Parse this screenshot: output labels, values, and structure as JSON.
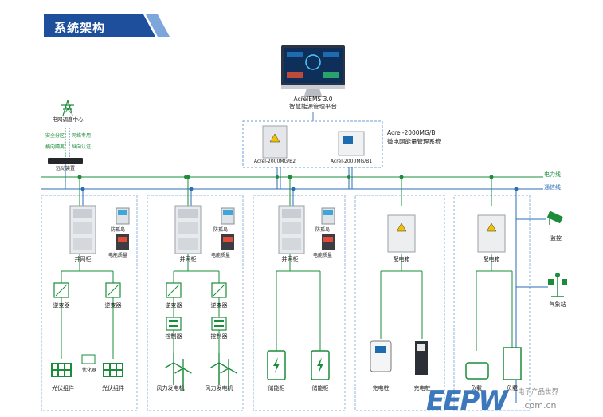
{
  "header": {
    "title": "系统架构"
  },
  "platform": {
    "name": "AcrelEMS  3.0",
    "subtitle": "智慧能源管理平台"
  },
  "dispatch": {
    "label": "电网调度中心",
    "remote_label": "远动装置",
    "tags": [
      "安全分区",
      "网络专用",
      "横向隔离",
      "纵向认证"
    ]
  },
  "mg": {
    "name": "Acrel-2000MG/B",
    "subtitle": "微电网能量管理系统",
    "cab_b2": "Acrel-2000MG/B2",
    "cab_b1": "Acrel-2000MG/B1"
  },
  "lines": {
    "power": "电力线",
    "comm": "通信线"
  },
  "cabinets": {
    "grid": "并网柜",
    "island": "防孤岛",
    "pq": "电能质量",
    "dist": "配电箱"
  },
  "equip": {
    "inverter": "逆变器",
    "pv": "光伏组件",
    "optimizer": "优化器",
    "controller": "控制器",
    "wind": "风力发电机",
    "storage": "储能柜",
    "charger": "充电桩",
    "load": "负载",
    "monitor": "监控",
    "weather": "气象站"
  },
  "watermark": {
    "brand": "EEPW",
    "cn": "电子产品世界",
    "url": ".com.cn"
  },
  "colors": {
    "green": "#1a8c3a",
    "blue": "#2a6db5",
    "title_bg": "#1e4f9c",
    "dash": "#6a9fd8"
  }
}
